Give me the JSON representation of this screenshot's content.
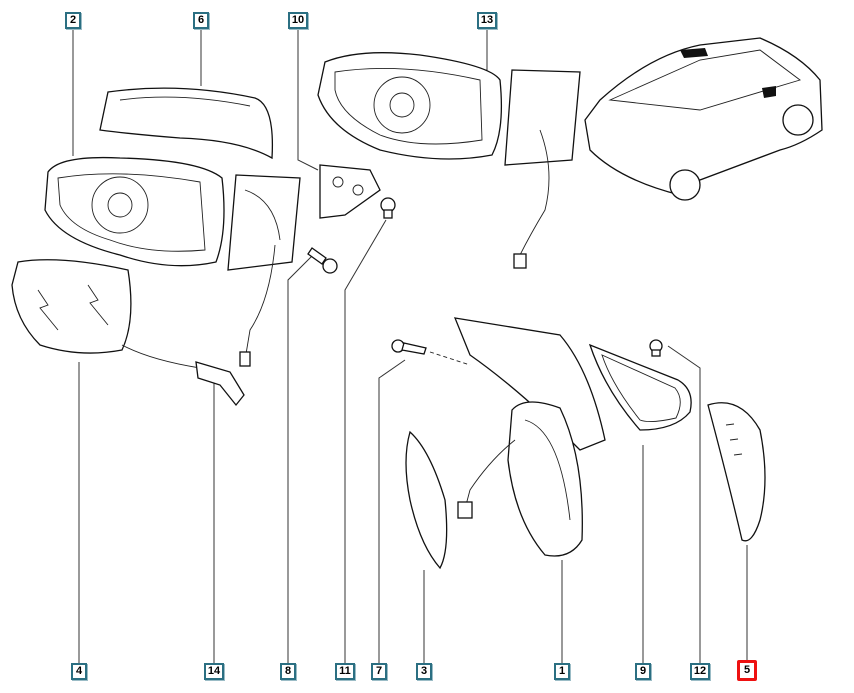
{
  "diagram": {
    "title": "Exterior mirror assembly exploded view",
    "labels": [
      {
        "id": "2",
        "text": "2"
      },
      {
        "id": "6",
        "text": "6"
      },
      {
        "id": "10",
        "text": "10"
      },
      {
        "id": "13",
        "text": "13"
      },
      {
        "id": "4",
        "text": "4"
      },
      {
        "id": "14",
        "text": "14"
      },
      {
        "id": "8",
        "text": "8"
      },
      {
        "id": "11",
        "text": "11"
      },
      {
        "id": "7",
        "text": "7"
      },
      {
        "id": "3",
        "text": "3"
      },
      {
        "id": "1",
        "text": "1"
      },
      {
        "id": "9",
        "text": "9"
      },
      {
        "id": "12",
        "text": "12"
      },
      {
        "id": "5",
        "text": "5"
      }
    ],
    "highlighted": "5",
    "colors": {
      "label_border": "#2b6f82",
      "highlight": "#ee1111"
    }
  }
}
